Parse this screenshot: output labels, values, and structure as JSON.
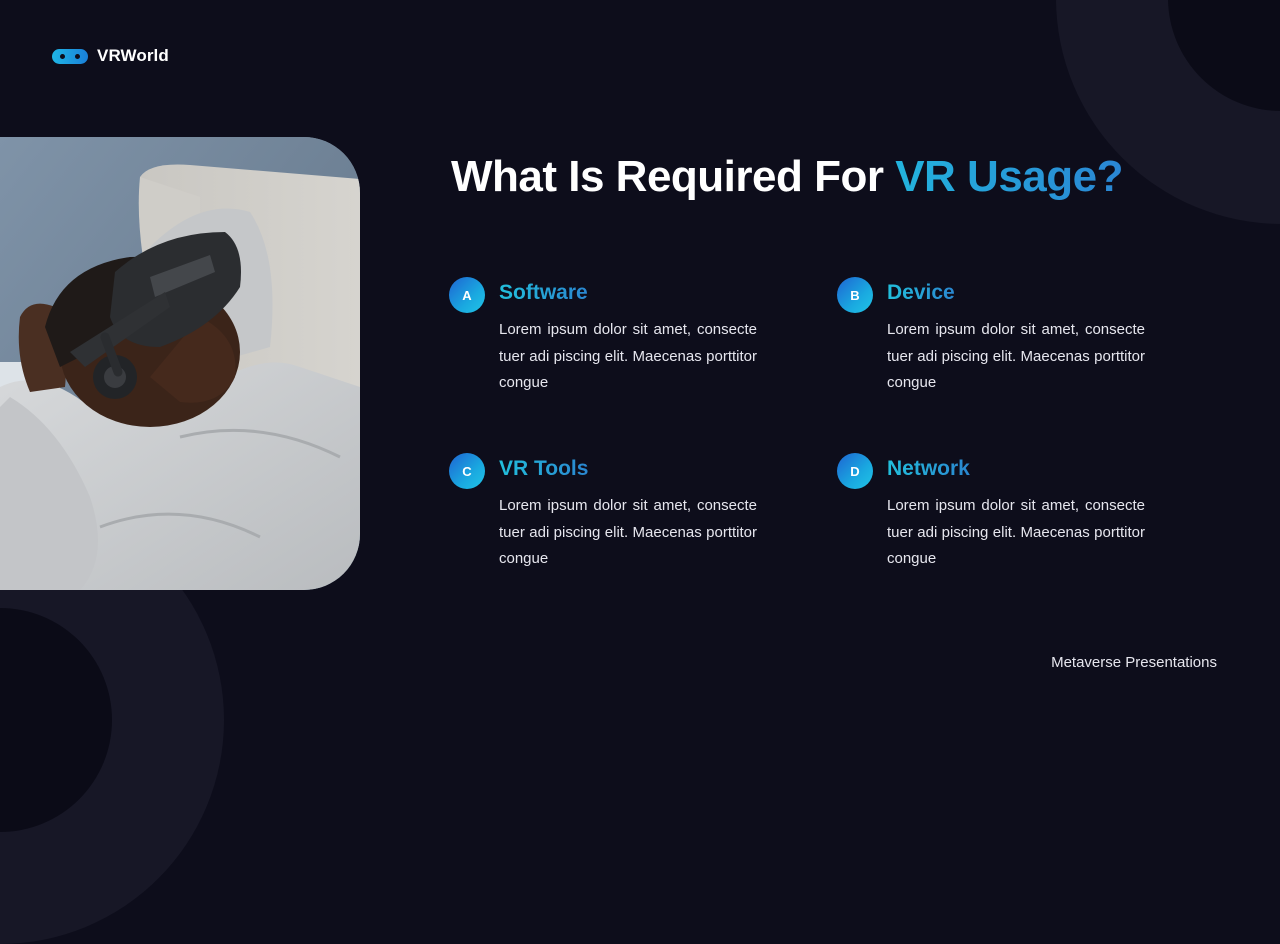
{
  "brand": {
    "name": "VRWorld",
    "logo_icon": "vr-headset-pill-icon"
  },
  "slide": {
    "title_prefix": "What Is Required For ",
    "title_accent": "VR Usage?",
    "image_alt": "Person lying on a couch wearing a VR headset"
  },
  "items": [
    {
      "badge": "A",
      "title": "Software",
      "body": "Lorem ipsum dolor sit amet, consecte tuer adi piscing elit. Maecenas porttitor congue"
    },
    {
      "badge": "B",
      "title": "Device",
      "body": "Lorem ipsum dolor sit amet, consecte tuer adi piscing elit. Maecenas porttitor congue"
    },
    {
      "badge": "C",
      "title": "VR Tools",
      "body": "Lorem ipsum dolor sit amet, consecte tuer adi piscing elit. Maecenas porttitor congue"
    },
    {
      "badge": "D",
      "title": "Network",
      "body": "Lorem ipsum dolor sit amet, consecte tuer adi piscing elit. Maecenas porttitor congue"
    }
  ],
  "footer": {
    "text": "Metaverse Presentations"
  },
  "colors": {
    "background": "#0d0d1b",
    "ring": "#171726",
    "accent_cyan": "#22bfdc",
    "accent_blue": "#2a86d0",
    "text": "#e6e6ee"
  }
}
